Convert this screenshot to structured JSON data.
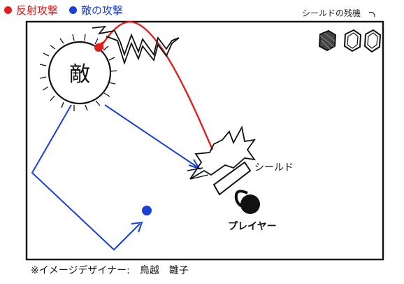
{
  "legend": {
    "reflect_label": "反射攻撃",
    "enemy_attack_label": "敵の攻撃",
    "reflect_color": "#e02020",
    "enemy_color": "#1a3fd6"
  },
  "shield_counter": {
    "label": "シールドの残機",
    "count": 3
  },
  "enemy": {
    "label": "敵"
  },
  "shield": {
    "label": "シールド"
  },
  "player": {
    "label": "プレイヤー"
  },
  "caption": "※イメージデザイナー:　鳥越　雛子"
}
